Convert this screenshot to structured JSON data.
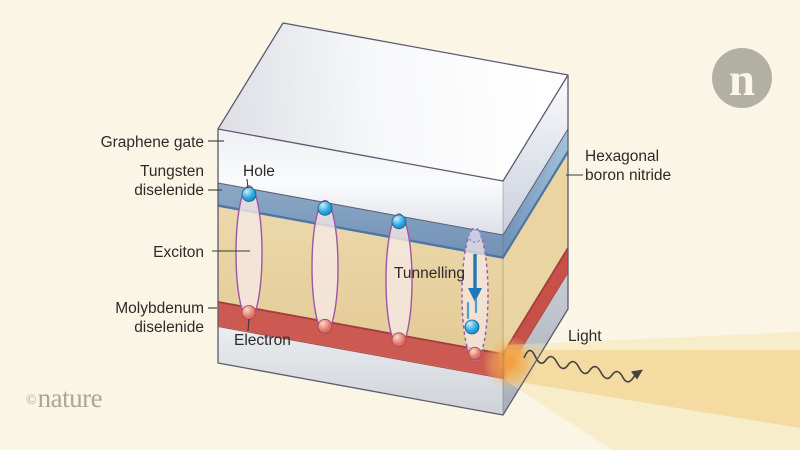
{
  "figure": {
    "description_title": "Layered 2D-material light-emitting device diagram",
    "background_color": "#faf5e4"
  },
  "labels": {
    "graphene_gate": "Graphene gate",
    "tungsten_diselenide": [
      "Tungsten",
      "diselenide"
    ],
    "hole": "Hole",
    "exciton": "Exciton",
    "molybdenum_diselenide": [
      "Molybdenum",
      "diselenide"
    ],
    "electron": "Electron",
    "tunnelling": "Tunnelling",
    "hexagonal_boron_nitride": [
      "Hexagonal",
      "boron nitride"
    ],
    "light": "Light"
  },
  "branding": {
    "logo_letter": "n",
    "copyright_symbol": "©",
    "brand_name": "nature"
  },
  "colors": {
    "background": "#faf5e4",
    "graphene_gate_slab": "#eef0f5",
    "tungsten_diselenide_layer": "#7e9cbd",
    "hexagonal_boron_nitride_layer": "#e9d3a2",
    "molybdenum_diselenide_layer": "#cd5a52",
    "base_slab": "#d9dce0",
    "hole_particle": "#29a3dc",
    "electron_particle": "#e0746b",
    "exciton_outline": "#a055a5",
    "tunnel_arrow": "#1f78b8",
    "light_beam": "#f3d48a",
    "logo_circle": "#b2b0a3",
    "brand_text": "#a9a79b",
    "label_text": "#2c2b29"
  }
}
